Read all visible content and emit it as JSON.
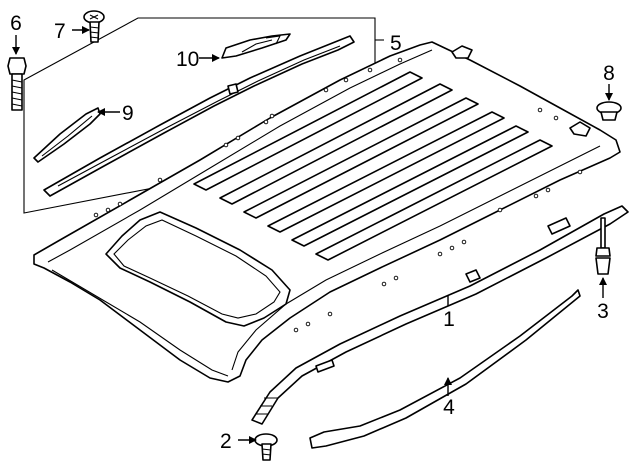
{
  "diagram": {
    "callouts": {
      "c1": "1",
      "c2": "2",
      "c3": "3",
      "c4": "4",
      "c5": "5",
      "c6": "6",
      "c7": "7",
      "c8": "8",
      "c9": "9",
      "c10": "10"
    },
    "colors": {
      "line": "#000000",
      "background": "#ffffff"
    }
  }
}
